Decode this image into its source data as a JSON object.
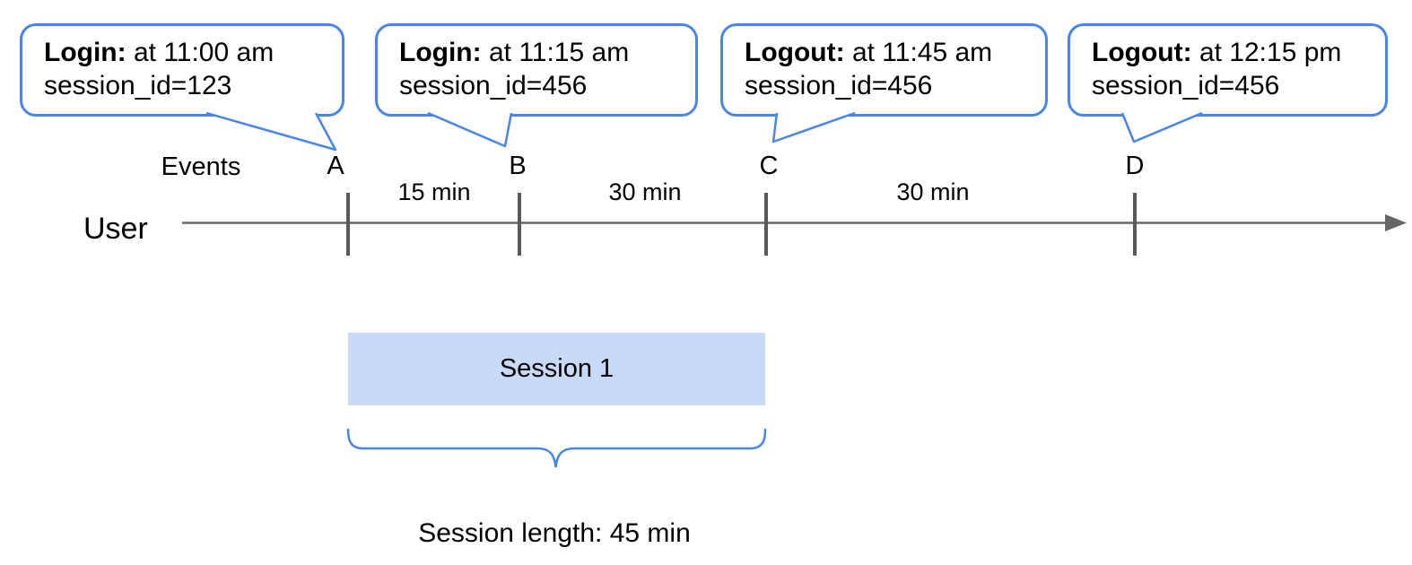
{
  "figure": {
    "colors": {
      "accent_blue": "#4a86e8",
      "bar_fill": "#c9daf8",
      "line_gray": "#666666",
      "tick_gray": "#595959"
    },
    "events_label": "Events",
    "user_label": "User",
    "bubbles": [
      {
        "title": "Login:",
        "time": " at 11:00 am",
        "detail": "session_id=123"
      },
      {
        "title": "Login:",
        "time": " at 11:15 am",
        "detail": "session_id=456"
      },
      {
        "title": "Logout:",
        "time": " at 11:45 am",
        "detail": "session_id=456"
      },
      {
        "title": "Logout:",
        "time": " at 12:15 pm",
        "detail": "session_id=456"
      }
    ],
    "event_markers": [
      "A",
      "B",
      "C",
      "D"
    ],
    "intervals": [
      "15 min",
      "30 min",
      "30 min"
    ],
    "session_bar_label": "Session 1",
    "session_length_label": "Session length: 45 min"
  }
}
